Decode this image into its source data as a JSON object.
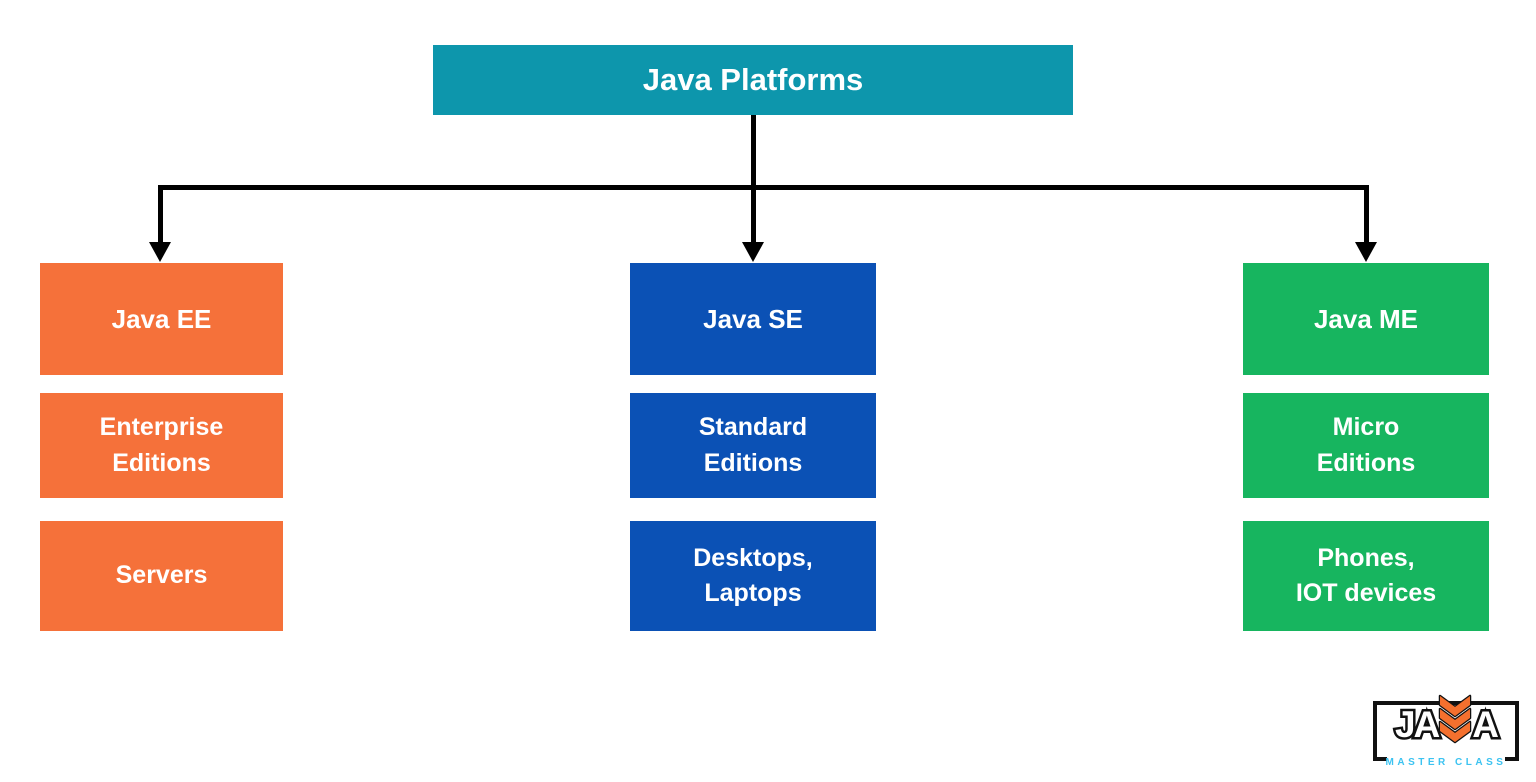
{
  "page": {
    "background": "#FFFFFF"
  },
  "diagram": {
    "root": {
      "label": "Java Platforms",
      "color": "#0D96AC"
    },
    "connector_color": "#000000",
    "columns": [
      {
        "name": "Java EE",
        "color": "#F5713A",
        "nodes": [
          {
            "label": "Java EE"
          },
          {
            "label": "Enterprise\nEditions"
          },
          {
            "label": "Servers"
          }
        ]
      },
      {
        "name": "Java SE",
        "color": "#0B51B5",
        "nodes": [
          {
            "label": "Java SE"
          },
          {
            "label": "Standard\nEditions"
          },
          {
            "label": "Desktops,\nLaptops"
          }
        ]
      },
      {
        "name": "Java ME",
        "color": "#17B55F",
        "nodes": [
          {
            "label": "Java ME"
          },
          {
            "label": "Micro\nEditions"
          },
          {
            "label": "Phones,\nIOT devices"
          }
        ]
      }
    ]
  },
  "logo": {
    "word": "JAVA",
    "word_left": "JA",
    "word_right": "A",
    "subtitle": "MASTER CLASS",
    "chevron_color": "#F4702E",
    "subtitle_color": "#3CC3F1",
    "frame_color": "#111111"
  }
}
